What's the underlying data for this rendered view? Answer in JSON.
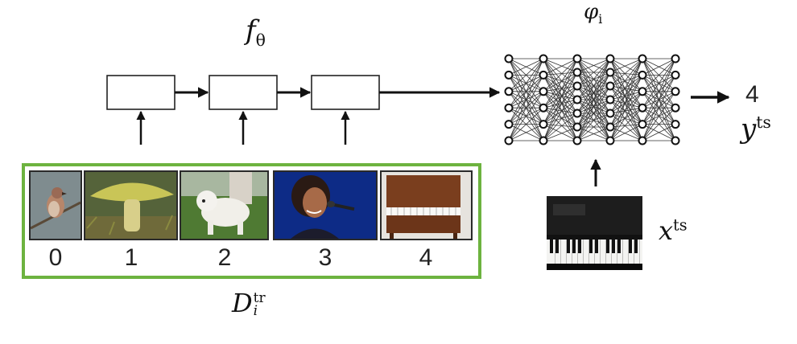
{
  "labels": {
    "learner": "f",
    "learner_sub": "θ",
    "adapted": "φ",
    "adapted_sub": "i",
    "train_set": "D",
    "train_set_sup": "tr",
    "train_set_sub": "i",
    "test_input": "x",
    "test_input_sup": "ts",
    "prediction_value": "4",
    "test_output": "y",
    "test_output_sup": "ts"
  },
  "support_set": {
    "border_color": "#6db33f",
    "items": [
      {
        "label": "0",
        "image": "bird-image"
      },
      {
        "label": "1",
        "image": "mushroom-image"
      },
      {
        "label": "2",
        "image": "dog-image"
      },
      {
        "label": "3",
        "image": "singer-image"
      },
      {
        "label": "4",
        "image": "piano-image"
      }
    ]
  },
  "network": {
    "layers": 6
  }
}
